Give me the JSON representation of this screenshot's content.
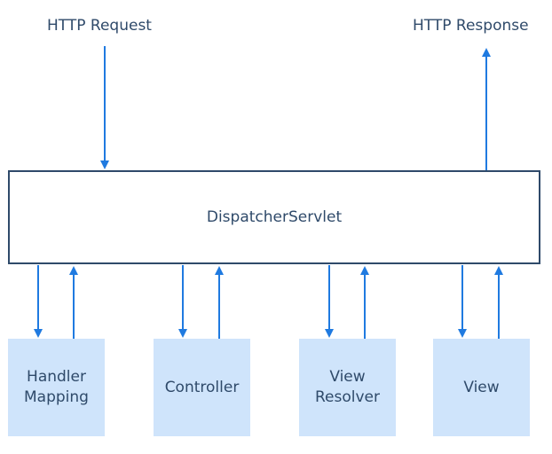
{
  "request_label": "HTTP Request",
  "response_label": "HTTP Response",
  "dispatcher_label": "DispatcherServlet",
  "components": [
    {
      "label": "Handler\nMapping"
    },
    {
      "label": "Controller"
    },
    {
      "label": "View\nResolver"
    },
    {
      "label": "View"
    }
  ],
  "colors": {
    "text": "#2f4a6a",
    "arrow": "#1f7ae0",
    "component_fill": "#cfe4fb",
    "border": "#2f4a6a"
  }
}
